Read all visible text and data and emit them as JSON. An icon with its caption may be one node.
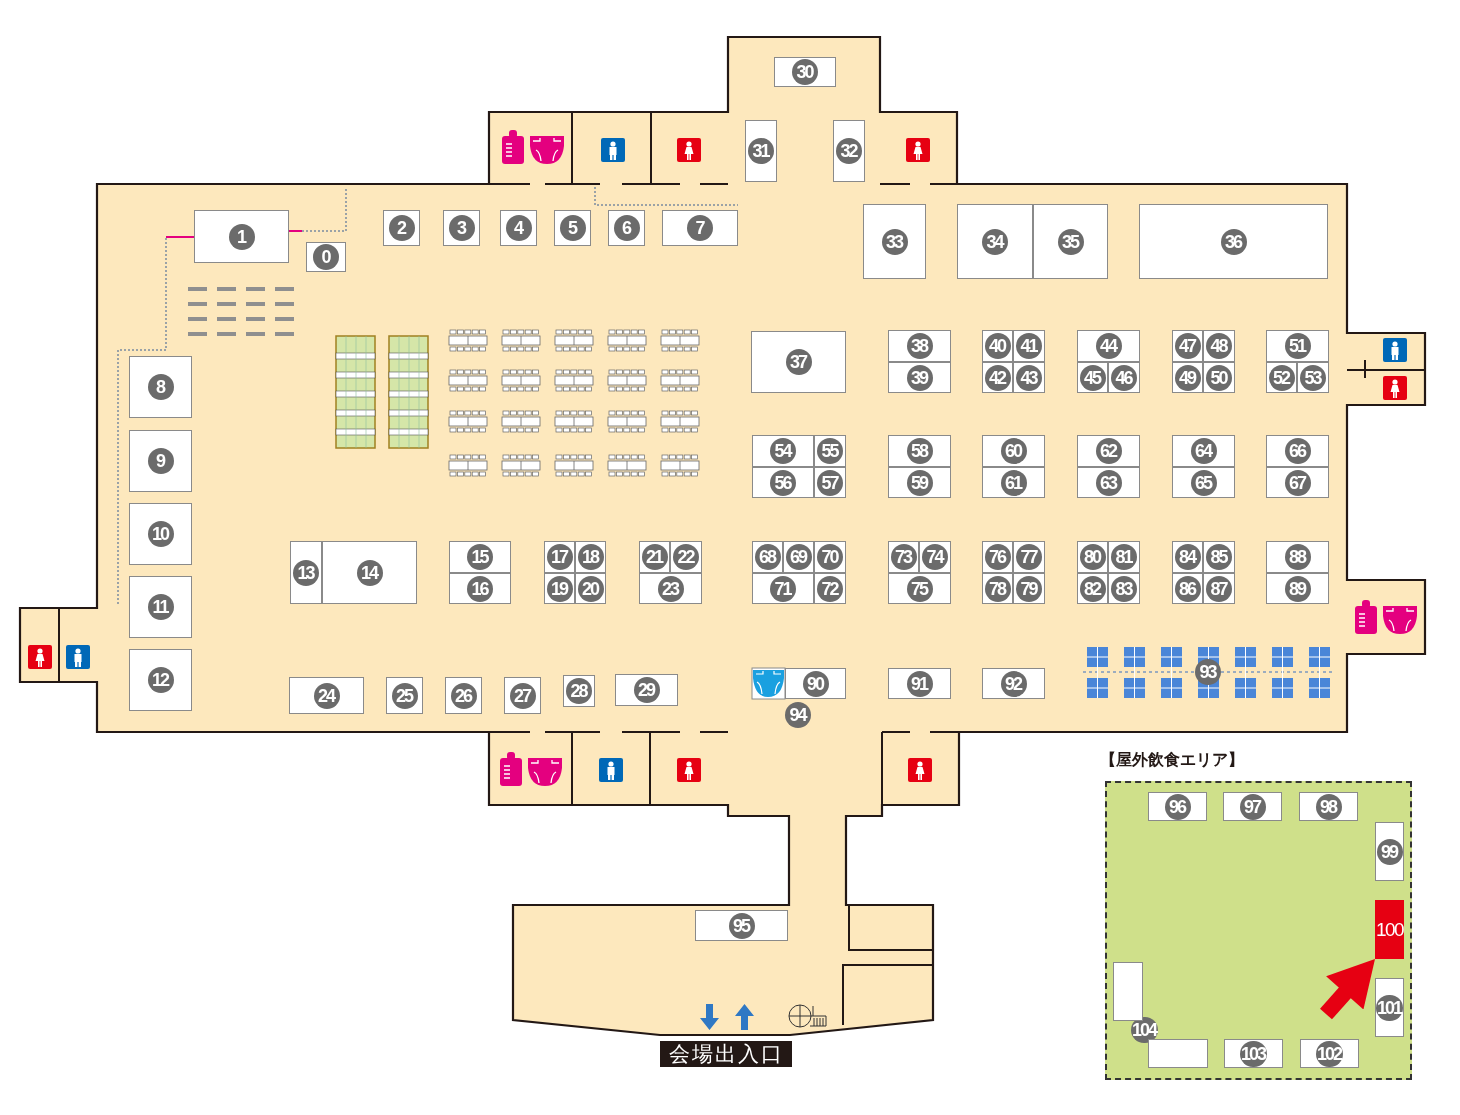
{
  "diagram": {
    "nodes": [
      {
        "text": [
          "0"
        ]
      },
      {
        "text": [
          "1"
        ]
      },
      {
        "text": [
          "2"
        ]
      },
      {
        "text": [
          "3"
        ]
      },
      {
        "text": [
          "4"
        ]
      },
      {
        "text": [
          "5"
        ]
      },
      {
        "text": [
          "6"
        ]
      },
      {
        "text": [
          "7"
        ]
      },
      {
        "text": [
          "8"
        ]
      },
      {
        "text": [
          "9"
        ]
      },
      {
        "text": [
          "10"
        ]
      },
      {
        "text": [
          "11"
        ]
      },
      {
        "text": [
          "12"
        ]
      },
      {
        "text": [
          "13"
        ]
      },
      {
        "text": [
          "14"
        ]
      },
      {
        "text": [
          "15"
        ]
      },
      {
        "text": [
          "16"
        ]
      },
      {
        "text": [
          "17"
        ]
      },
      {
        "text": [
          "18"
        ]
      },
      {
        "text": [
          "19"
        ]
      },
      {
        "text": [
          "20"
        ]
      },
      {
        "text": [
          "21"
        ]
      },
      {
        "text": [
          "22"
        ]
      },
      {
        "text": [
          "23"
        ]
      },
      {
        "text": [
          "24"
        ]
      },
      {
        "text": [
          "25"
        ]
      },
      {
        "text": [
          "26"
        ]
      },
      {
        "text": [
          "27"
        ]
      },
      {
        "text": [
          "28"
        ]
      },
      {
        "text": [
          "29"
        ]
      },
      {
        "text": [
          "30"
        ]
      },
      {
        "text": [
          "31"
        ]
      },
      {
        "text": [
          "32"
        ]
      },
      {
        "text": [
          "33"
        ]
      },
      {
        "text": [
          "34"
        ]
      },
      {
        "text": [
          "35"
        ]
      },
      {
        "text": [
          "36"
        ]
      },
      {
        "text": [
          "37"
        ]
      },
      {
        "text": [
          "38"
        ]
      },
      {
        "text": [
          "39"
        ]
      },
      {
        "text": [
          "40"
        ]
      },
      {
        "text": [
          "41"
        ]
      },
      {
        "text": [
          "42"
        ]
      },
      {
        "text": [
          "43"
        ]
      },
      {
        "text": [
          "44"
        ]
      },
      {
        "text": [
          "45"
        ]
      },
      {
        "text": [
          "46"
        ]
      },
      {
        "text": [
          "47"
        ]
      },
      {
        "text": [
          "48"
        ]
      },
      {
        "text": [
          "49"
        ]
      },
      {
        "text": [
          "50"
        ]
      },
      {
        "text": [
          "51"
        ]
      },
      {
        "text": [
          "52"
        ]
      },
      {
        "text": [
          "53"
        ]
      },
      {
        "text": [
          "54"
        ]
      },
      {
        "text": [
          "55"
        ]
      },
      {
        "text": [
          "56"
        ]
      },
      {
        "text": [
          "57"
        ]
      },
      {
        "text": [
          "58"
        ]
      },
      {
        "text": [
          "59"
        ]
      },
      {
        "text": [
          "60"
        ]
      },
      {
        "text": [
          "61"
        ]
      },
      {
        "text": [
          "62"
        ]
      },
      {
        "text": [
          "63"
        ]
      },
      {
        "text": [
          "64"
        ]
      },
      {
        "text": [
          "65"
        ]
      },
      {
        "text": [
          "66"
        ]
      },
      {
        "text": [
          "67"
        ]
      },
      {
        "text": [
          "68"
        ]
      },
      {
        "text": [
          "69"
        ]
      },
      {
        "text": [
          "70"
        ]
      },
      {
        "text": [
          "71"
        ]
      },
      {
        "text": [
          "72"
        ]
      },
      {
        "text": [
          "73"
        ]
      },
      {
        "text": [
          "74"
        ]
      },
      {
        "text": [
          "75"
        ]
      },
      {
        "text": [
          "76"
        ]
      },
      {
        "text": [
          "77"
        ]
      },
      {
        "text": [
          "78"
        ]
      },
      {
        "text": [
          "79"
        ]
      },
      {
        "text": [
          "80"
        ]
      },
      {
        "text": [
          "81"
        ]
      },
      {
        "text": [
          "82"
        ]
      },
      {
        "text": [
          "83"
        ]
      },
      {
        "text": [
          "84"
        ]
      },
      {
        "text": [
          "85"
        ]
      },
      {
        "text": [
          "86"
        ]
      },
      {
        "text": [
          "87"
        ]
      },
      {
        "text": [
          "88"
        ]
      },
      {
        "text": [
          "89"
        ]
      },
      {
        "text": [
          "90"
        ]
      },
      {
        "text": [
          "91"
        ]
      },
      {
        "text": [
          "92"
        ]
      },
      {
        "text": [
          "93"
        ]
      },
      {
        "text": [
          "94"
        ]
      },
      {
        "text": [
          "95"
        ]
      },
      {
        "text": [
          "【屋外飲食エリア】"
        ]
      },
      {
        "text": [
          "96"
        ],
        "in": 96
      },
      {
        "text": [
          "97"
        ],
        "in": 96
      },
      {
        "text": [
          "98"
        ],
        "in": 96
      },
      {
        "text": [
          "99"
        ],
        "in": 96
      },
      {
        "text": [
          "100"
        ],
        "in": 96
      },
      {
        "text": [
          "101"
        ],
        "in": 96
      },
      {
        "text": [
          "102"
        ],
        "in": 96
      },
      {
        "text": [
          "103"
        ],
        "in": 96
      },
      {
        "text": [
          "104"
        ],
        "in": 96
      },
      {
        "text": [],
        "shape": "box",
        "in": 96
      },
      {
        "text": [],
        "shape": "box",
        "in": 96
      },
      {
        "text": [
          "会場出入口"
        ]
      }
    ],
    "edges": [
      {
        "from": null,
        "to": 101,
        "arrow": "to"
      }
    ]
  }
}
